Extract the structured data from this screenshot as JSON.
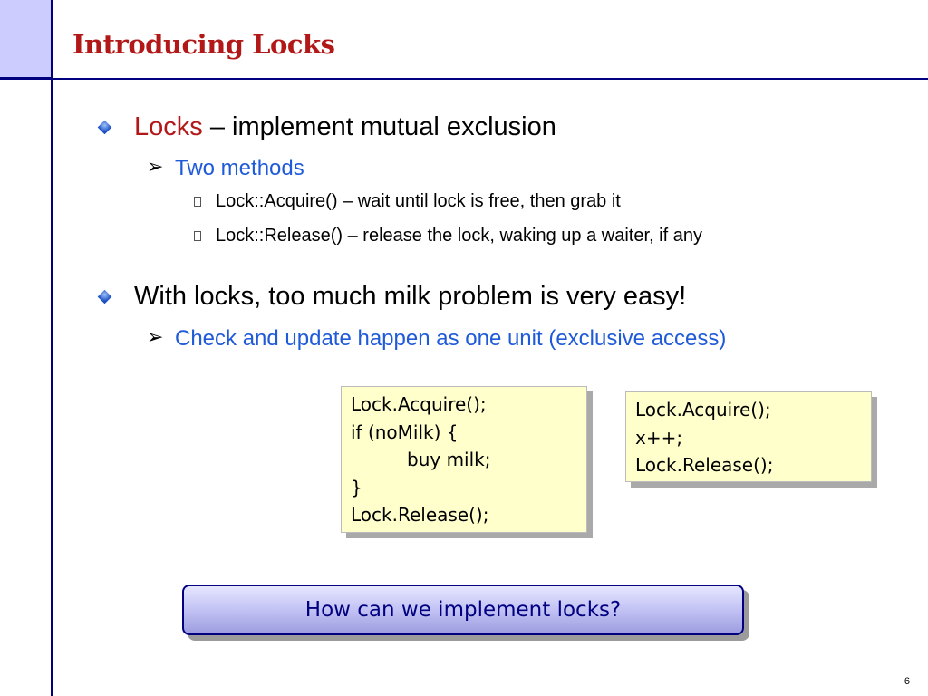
{
  "slide": {
    "title": "Introducing Locks",
    "page_number": "6"
  },
  "bullets": [
    {
      "highlight": "Locks",
      "text": " – implement mutual exclusion",
      "sub": {
        "text": "Two methods",
        "items": [
          "Lock::Acquire() – wait until lock is free, then grab it",
          "Lock::Release() – release the lock, waking up a waiter, if any"
        ]
      }
    },
    {
      "text": "With locks, too much milk problem is very easy!",
      "sub": {
        "text": "Check and update happen as one unit (exclusive access)"
      }
    }
  ],
  "code_left": [
    "Lock.Acquire();",
    "if (noMilk) {",
    "buy milk;",
    "}",
    "Lock.Release();"
  ],
  "code_right": [
    "Lock.Acquire();",
    "x++;",
    "Lock.Release();"
  ],
  "callout": "How can we implement locks?",
  "colors": {
    "title": "#b21818",
    "rule": "#000080",
    "subbullet": "#1f5ad8",
    "code_bg": "#ffffcc",
    "callout_text": "#000080"
  },
  "icons": {
    "level1": "blue-diamond-icon",
    "level2": "arrow-bullet-icon",
    "level3": "square-bullet-icon"
  }
}
